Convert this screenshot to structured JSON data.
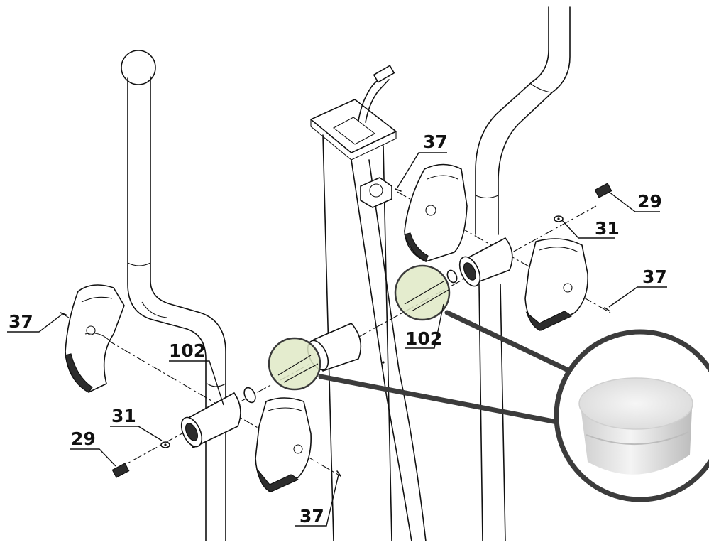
{
  "labels": [
    {
      "id": "label-37-top",
      "text": "37"
    },
    {
      "id": "label-29-right",
      "text": "29"
    },
    {
      "id": "label-31-right",
      "text": "31"
    },
    {
      "id": "label-37-right",
      "text": "37"
    },
    {
      "id": "label-102-right",
      "text": "102"
    },
    {
      "id": "label-37-left",
      "text": "37"
    },
    {
      "id": "label-102-left",
      "text": "102"
    },
    {
      "id": "label-31-left",
      "text": "31"
    },
    {
      "id": "label-29-left",
      "text": "29"
    },
    {
      "id": "label-37-bottom",
      "text": "37"
    }
  ],
  "colors": {
    "highlight": "#dfe9c6",
    "connector": "#3c3c3c",
    "ink": "#111111"
  }
}
